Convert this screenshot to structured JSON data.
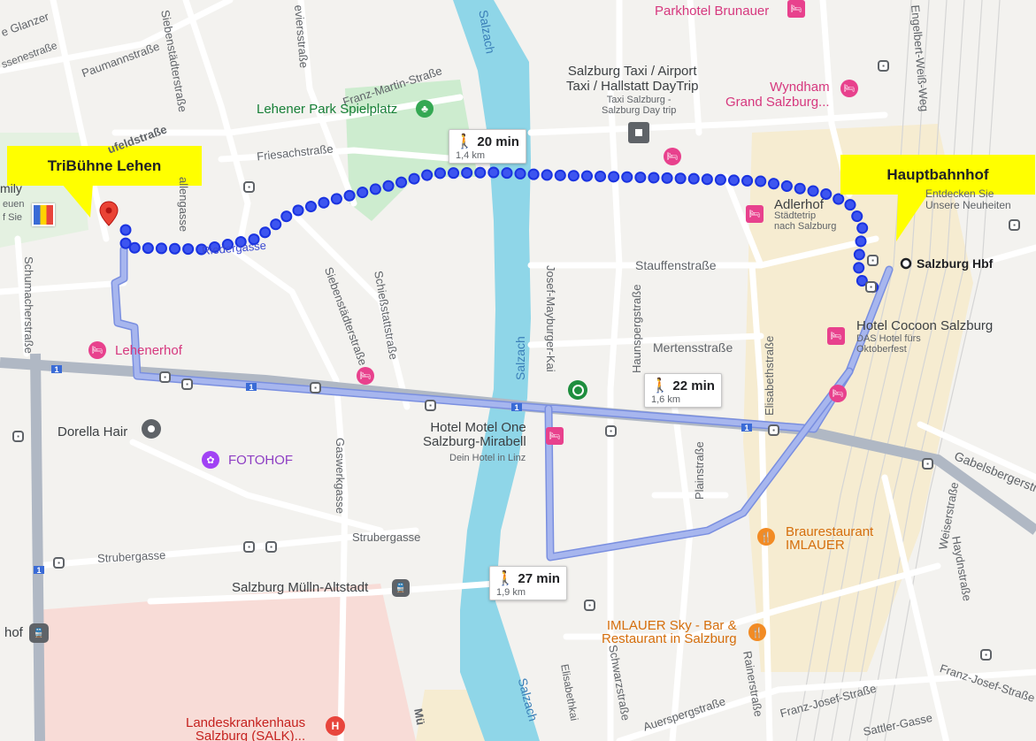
{
  "callouts": {
    "start": "TriBühne Lehen",
    "end": "Hauptbahnhof"
  },
  "routes": [
    {
      "time": "20 min",
      "distance": "1,4 km",
      "style": "dotted",
      "selected": true
    },
    {
      "time": "22 min",
      "distance": "1,6 km",
      "style": "line",
      "selected": false
    },
    {
      "time": "27 min",
      "distance": "1,9 km",
      "style": "line",
      "selected": false
    }
  ],
  "destination": {
    "label": "Salzburg Hbf"
  },
  "colors": {
    "route_selected": "#1a33e0",
    "route_alt": "#a7b6ee",
    "river": "#8fd6e8",
    "callout": "#ffff00",
    "hotel_pin": "#e8418d"
  },
  "streets": {
    "paumannstrasse": "Paumannstraße",
    "siebenstadter_top": "Siebenstädterstraße",
    "elefeldstrasse": "ufeldstraße",
    "eviesstrasse": "eviersstraße",
    "franz_martin": "Franz-Martin-Straße",
    "friesach": "Friesachstraße",
    "allee": "allengasse",
    "rieder": "Riedergasse",
    "siebenstadter_mid": "Siebenstädterstraße",
    "schiessstatt": "Schießstattstraße",
    "schumacher": "Schumacherstraße",
    "gaswerk": "Gaswerkgasse",
    "strubergasse_1": "Strubergasse",
    "strubergasse_2": "Strubergasse",
    "josef_mayburger": "Josef-Mayburger-Kai",
    "haunsperg": "Haunspergstraße",
    "stauffen": "Stauffenstraße",
    "mertens": "Mertensstraße",
    "elisabeth": "Elisabethstraße",
    "plain": "Plainstraße",
    "gabelsberger": "Gabelsbergerstraße",
    "weiser": "Weiserstraße",
    "haydn": "Haydnstraße",
    "engelbert": "Engelbert-Weiß-Weg",
    "franz_josef_1": "Franz-Josef-Straße",
    "franz_josef_2": "Franz-Josef-Straße",
    "auersperg": "Auerspergstraße",
    "rainer": "Rainerstraße",
    "schwarz": "Schwarzstraße",
    "elisabethkai": "Elisabethkai",
    "sattler": "Sattler-Gasse",
    "glanz": "e Glanzer",
    "sennestrasse": "ssenestraße",
    "mulln": "Mü"
  },
  "water": {
    "salzach_top": "Salzach",
    "salzach_mid": "Salzach",
    "salzach_bottom": "Salzach"
  },
  "pois": {
    "parkhotel": "Parkhotel Brunauer",
    "taxi_title": "Salzburg Taxi / Airport\nTaxi / Hallstatt DayTrip",
    "taxi_sub": "Taxi Salzburg -\nSalzburg Day trip",
    "wyndham": "Wyndham\nGrand Salzburg...",
    "lehener_park": "Lehener Park Spielplatz",
    "adlerhof": "Adlerhof",
    "adlerhof_sub": "Städtetrip\nnach Salzburg",
    "entdecken": "Entdecken Sie\nUnsere Neuheiten",
    "cocoon": "Hotel Cocoon Salzburg",
    "cocoon_sub": "DAS Hotel fürs\nOktoberfest",
    "lehenerhof": "Lehenerhof",
    "dorella": "Dorella Hair",
    "fotohof": "FOTOHOF",
    "motel_one": "Hotel Motel One\nSalzburg-Mirabell",
    "motel_one_sub": "Dein Hotel in Linz",
    "braurestaurant": "Braurestaurant\nIMLAUER",
    "imlauer_sky": "IMLAUER Sky - Bar &\nRestaurant in Salzburg",
    "mulln_altstadt": "Salzburg Mülln-Altstadt",
    "lkh": "Landeskrankenhaus\nSalzburg (SALK)...",
    "family": "mily",
    "neuen": "euen",
    "fur_sie": "f Sie",
    "hof": "hof"
  },
  "road_shields": {
    "b1": "1"
  },
  "icons": [
    "tree-icon",
    "walking-person-icon",
    "hotel-icon",
    "bus-stop-icon",
    "train-icon",
    "restaurant-icon",
    "hospital-icon",
    "map-pin-icon",
    "taxi-icon"
  ]
}
